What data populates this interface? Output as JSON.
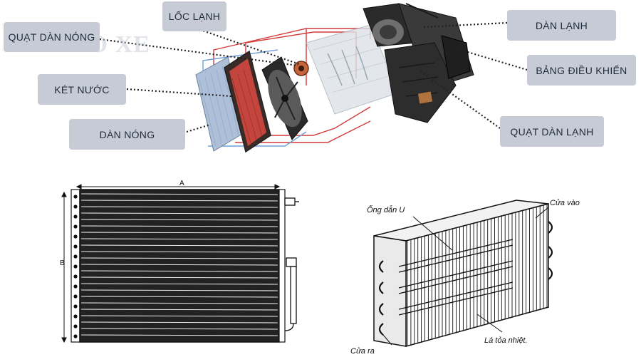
{
  "top_diagram": {
    "watermark": "THAO XE",
    "watermark_sub": "top",
    "labels": {
      "quat_dan_nong": "QUẠT DÀN NÓNG",
      "loc_lanh": "LỐC LẠNH",
      "ket_nuoc": "KÉT NƯỚC",
      "dan_nong": "DÀN NÓNG",
      "dan_lanh": "DÀN LẠNH",
      "bang_dieu_khien": "BẢNG ĐIỀU KHIỂN",
      "quat_dan_lanh": "QUẠT DÀN LẠNH"
    }
  },
  "condenser_drawing": {
    "dim_a": "A",
    "dim_b": "B"
  },
  "evaporator_drawing": {
    "labels": {
      "ong_dan_u": "Ống dẫn U",
      "cua_vao": "Cửa vào",
      "la_toa_nhiet": "Lá tỏa nhiệt.",
      "cua_ra": "Cửa ra"
    }
  },
  "colors": {
    "label_bg": "#c7cbd6",
    "label_text": "#1e2a3a",
    "pipe_red": "#d23a3a",
    "pipe_blue": "#6f9fd8"
  }
}
